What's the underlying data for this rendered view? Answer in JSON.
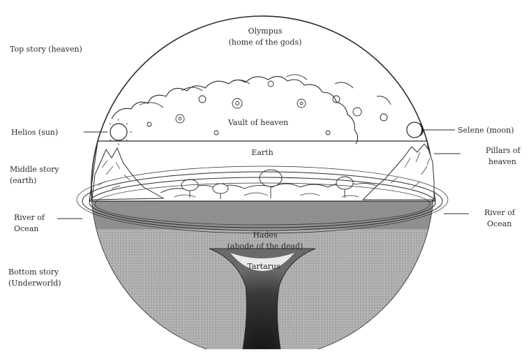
{
  "labels": {
    "olympus": "Olympus",
    "olympus_sub": "(home of the gods)",
    "top_story": "Top story (heaven)",
    "vault": "Vault of heaven",
    "helios": "Helios (sun)",
    "selene": "Selene (moon)",
    "earth": "Earth",
    "pillars_1": "Pillars of",
    "pillars_2": "heaven",
    "middle_story_1": "Middle story",
    "middle_story_2": "(earth)",
    "river_left_1": "River of",
    "river_left_2": "Ocean",
    "river_right_1": "River of",
    "river_right_2": "Ocean",
    "hades": "Hades",
    "hades_sub": "(abode of the dead)",
    "tartarus": "Tartarus",
    "bottom_story_1": "Bottom story",
    "bottom_story_2": "(Underworld)"
  },
  "colors": {
    "ink": "#2a2a2a",
    "underworld_fill": "#a8a8a8",
    "hades_band": "#8a8a8a",
    "tartarus_dark": "#2b2b2b",
    "background": "#ffffff"
  }
}
